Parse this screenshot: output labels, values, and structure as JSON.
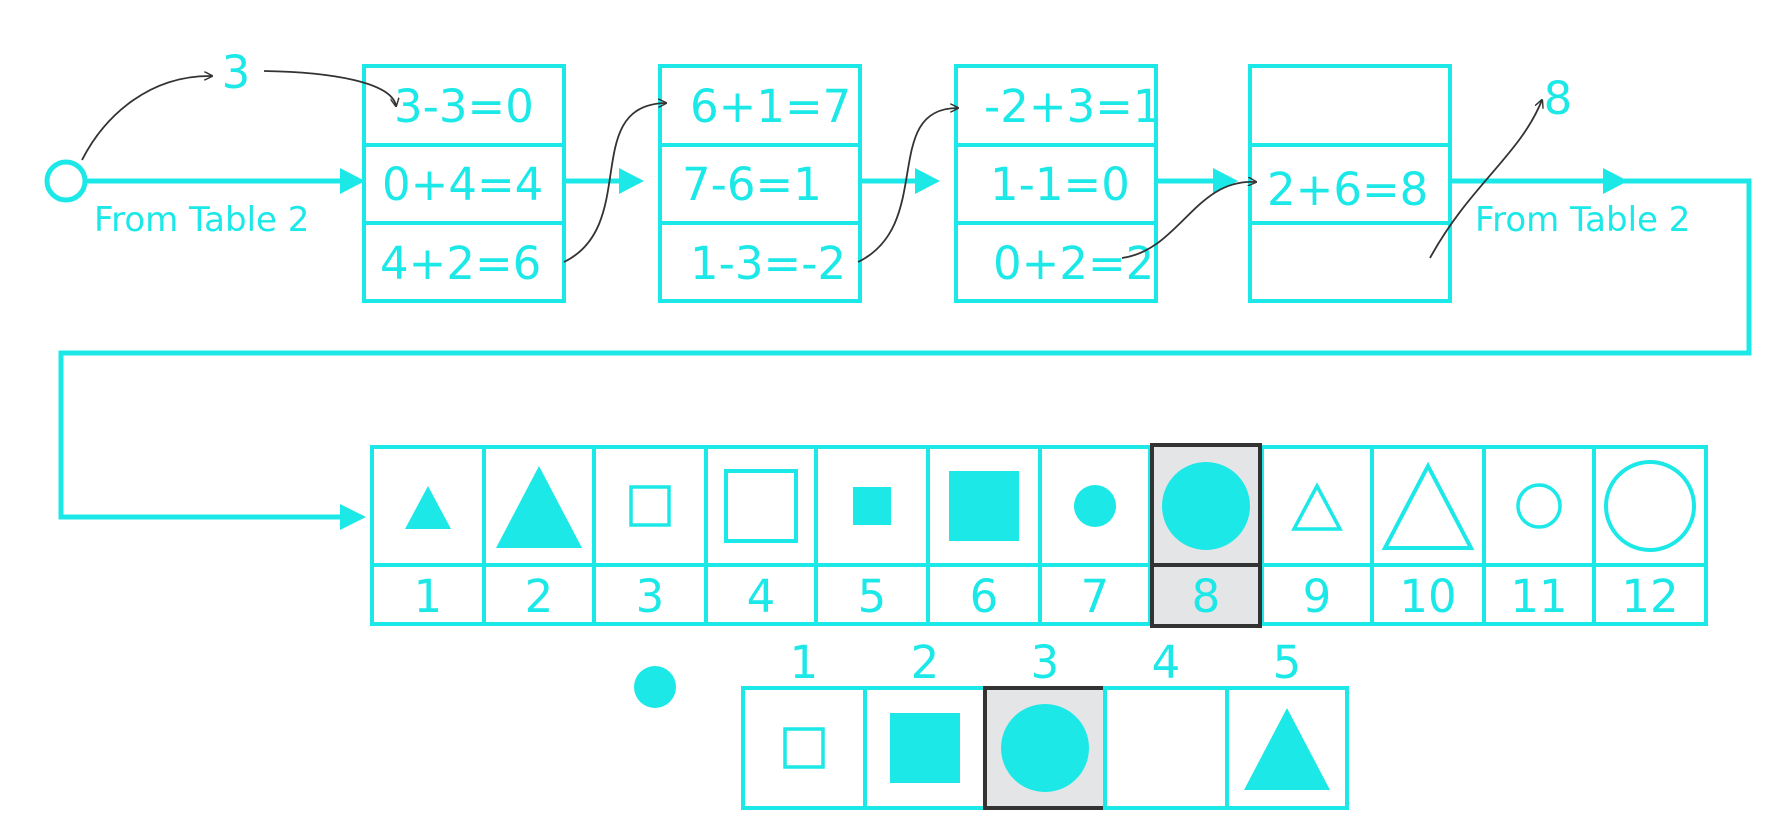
{
  "colors": {
    "accent": "#1ce8e8",
    "ink": "#333333",
    "highlight_fill": "#e3e5e6",
    "background": "#ffffff"
  },
  "chain": {
    "start_number": "3",
    "start_caption": "From Table 2",
    "end_number": "8",
    "end_caption": "From Table 2",
    "boxes": [
      {
        "rows": [
          "3-3=0",
          "0+4=4",
          "4+2=6"
        ]
      },
      {
        "rows": [
          "6+1=7",
          "7-6=1",
          "1-3=-2"
        ]
      },
      {
        "rows": [
          "-2+3=1",
          "1-1=0",
          "0+2=2"
        ]
      },
      {
        "rows": [
          "",
          "2+6=8",
          ""
        ]
      }
    ]
  },
  "lookup_table": {
    "highlighted_index": 8,
    "cells": [
      {
        "index": "1",
        "shape": "small-filled-triangle-icon"
      },
      {
        "index": "2",
        "shape": "large-filled-triangle-icon"
      },
      {
        "index": "3",
        "shape": "small-outline-square-icon"
      },
      {
        "index": "4",
        "shape": "large-outline-square-icon"
      },
      {
        "index": "5",
        "shape": "small-filled-square-icon"
      },
      {
        "index": "6",
        "shape": "large-filled-square-icon"
      },
      {
        "index": "7",
        "shape": "small-filled-circle-icon"
      },
      {
        "index": "8",
        "shape": "large-filled-circle-icon"
      },
      {
        "index": "9",
        "shape": "small-outline-triangle-icon"
      },
      {
        "index": "10",
        "shape": "large-outline-triangle-icon"
      },
      {
        "index": "11",
        "shape": "small-outline-circle-icon"
      },
      {
        "index": "12",
        "shape": "large-outline-circle-icon"
      }
    ]
  },
  "result_row": {
    "loose_shape": "small-filled-circle-icon",
    "highlighted_index": 3,
    "cells": [
      {
        "index": "1",
        "shape": "small-outline-square-icon"
      },
      {
        "index": "2",
        "shape": "large-filled-square-icon"
      },
      {
        "index": "3",
        "shape": "large-filled-circle-icon"
      },
      {
        "index": "4",
        "shape": ""
      },
      {
        "index": "5",
        "shape": "large-filled-triangle-icon"
      }
    ]
  }
}
